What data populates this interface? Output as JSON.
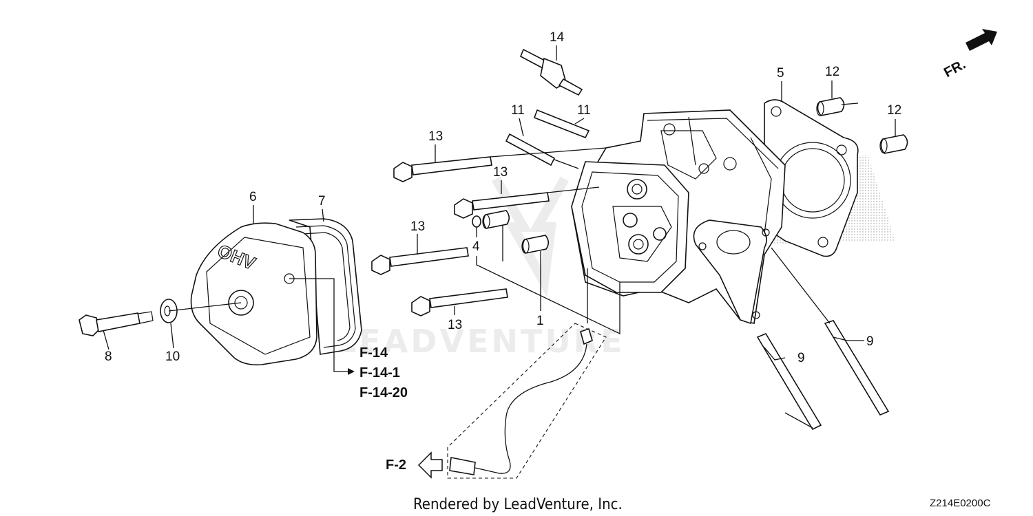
{
  "part_labels": {
    "p14": "14",
    "p11a": "11",
    "p11b": "11",
    "p5": "5",
    "p12a": "12",
    "p12b": "12",
    "p13a": "13",
    "p13b": "13",
    "p13c": "13",
    "p13d": "13",
    "p6": "6",
    "p7": "7",
    "p4": "4",
    "p1": "1",
    "p8": "8",
    "p10": "10",
    "p9a": "9",
    "p9b": "9"
  },
  "references": {
    "f14": "F-14",
    "f14_1": "F-14-1",
    "f14_20": "F-14-20",
    "f2": "F-2"
  },
  "front_indicator": "FR.",
  "watermark": "LEADVENTURE",
  "footer": "Rendered by LeadVenture, Inc.",
  "diagram_code": "Z214E0200C",
  "cover_text": "OHV"
}
